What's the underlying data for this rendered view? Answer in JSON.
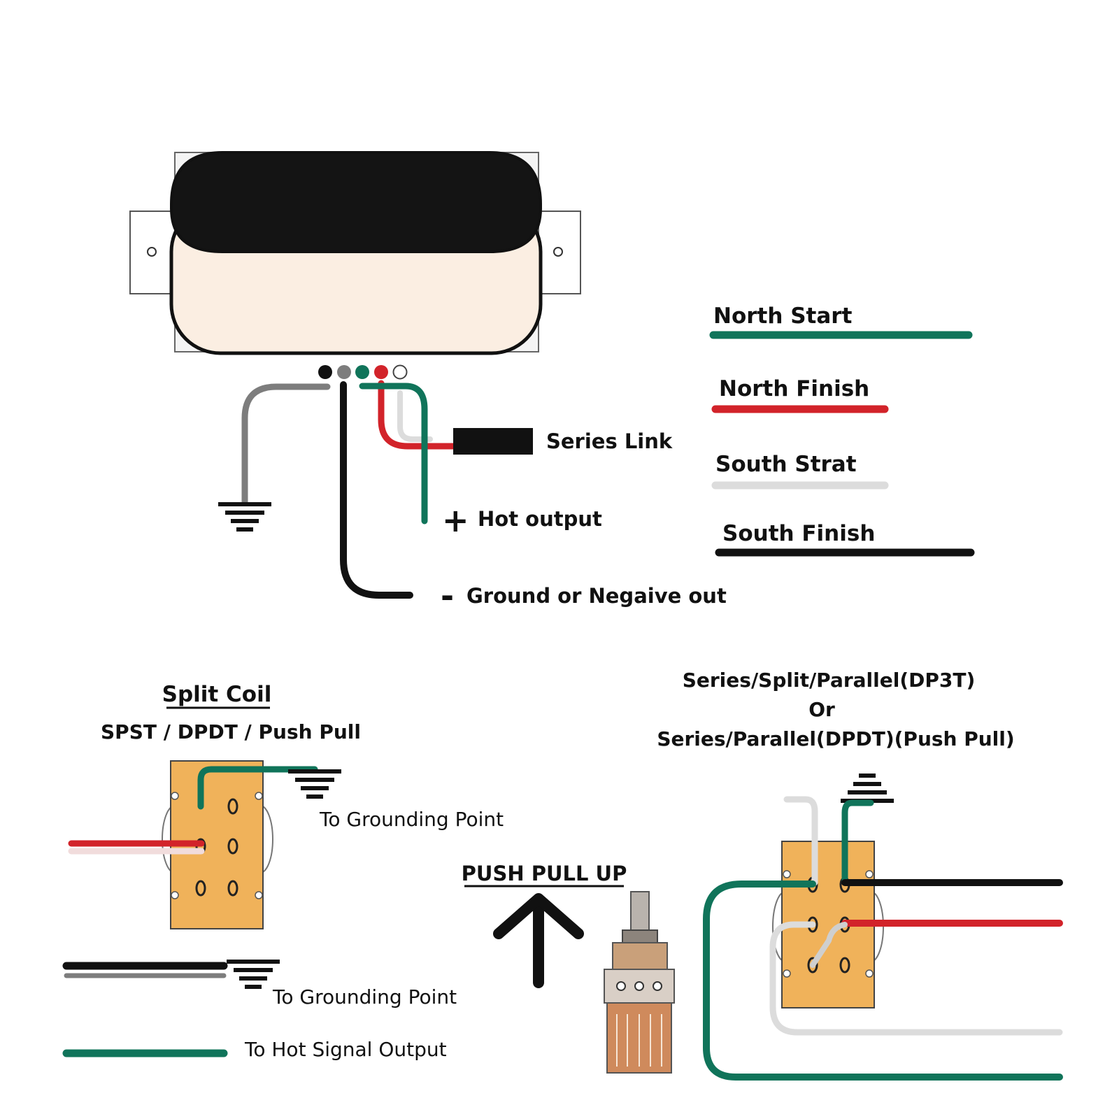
{
  "colors": {
    "green": "#10745a",
    "red": "#d2232a",
    "white_wire": "#dcdcdc",
    "black": "#111111",
    "gray": "#7d7d7d",
    "cream": "#fbeee2",
    "switch_body": "#f0b25a"
  },
  "pickup": {
    "wire_dots": [
      "black",
      "gray",
      "green",
      "red",
      "white"
    ]
  },
  "labels": {
    "series_link": "Series Link",
    "hot_output_sign": "+",
    "hot_output": "Hot output",
    "ground_sign": "-",
    "ground_out": "Ground or Negaive out"
  },
  "legend": [
    {
      "label": "North Start",
      "color": "green"
    },
    {
      "label": "North Finish",
      "color": "red"
    },
    {
      "label": "South Strat",
      "color": "white_wire"
    },
    {
      "label": "South Finish",
      "color": "black"
    }
  ],
  "split_coil": {
    "title": "Split Coil",
    "subtitle": "SPST / DPDT / Push Pull",
    "ground_label_top": "To Grounding Point",
    "ground_label_bottom": "To Grounding Point",
    "hot_label": "To Hot Signal Output"
  },
  "push_pull": {
    "title": "PUSH PULL UP"
  },
  "series_parallel": {
    "line1": "Series/Split/Parallel(DP3T)",
    "line2": "Or",
    "line3": "Series/Parallel(DPDT)(Push Pull)"
  },
  "icons": {
    "ground": "ground-symbol-icon",
    "arrow": "arrow-up-icon",
    "pot": "push-pull-pot-icon"
  }
}
